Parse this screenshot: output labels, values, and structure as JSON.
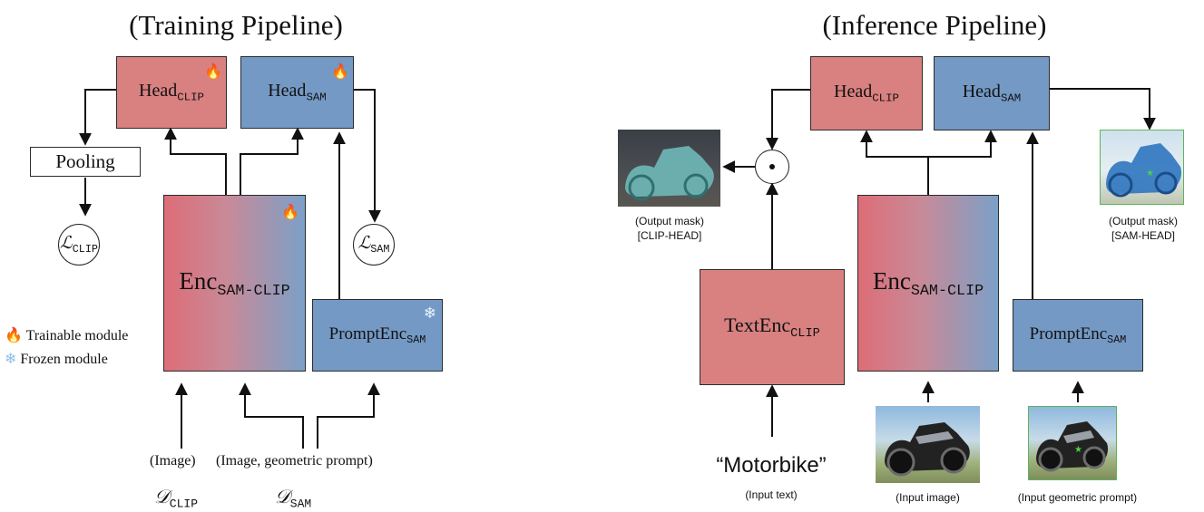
{
  "training": {
    "title": "(Training Pipeline)",
    "head_clip": {
      "base": "Head",
      "sub": "CLIP"
    },
    "head_sam": {
      "base": "Head",
      "sub": "SAM"
    },
    "pooling": "Pooling",
    "loss_clip": {
      "base": "ℒ",
      "sub": "CLIP"
    },
    "loss_sam": {
      "base": "ℒ",
      "sub": "SAM"
    },
    "enc": {
      "base": "Enc",
      "sub": "SAM-CLIP"
    },
    "prompt_enc": {
      "base": "PromptEnc",
      "sub": "SAM"
    },
    "legend": {
      "trainable": "Trainable module",
      "frozen": "Frozen module"
    },
    "input_image": "(Image)",
    "input_image_prompt": "(Image, geometric prompt)",
    "dataset_clip": {
      "base": "𝒟",
      "sub": "CLIP"
    },
    "dataset_sam": {
      "base": "𝒟",
      "sub": "SAM"
    }
  },
  "inference": {
    "title": "(Inference Pipeline)",
    "head_clip": {
      "base": "Head",
      "sub": "CLIP"
    },
    "head_sam": {
      "base": "Head",
      "sub": "SAM"
    },
    "text_enc": {
      "base": "TextEnc",
      "sub": "CLIP"
    },
    "enc": {
      "base": "Enc",
      "sub": "SAM-CLIP"
    },
    "prompt_enc": {
      "base": "PromptEnc",
      "sub": "SAM"
    },
    "dot_symbol": "⊙",
    "output_clip": {
      "line1": "(Output mask)",
      "line2": "[CLIP-HEAD]"
    },
    "output_sam": {
      "line1": "(Output mask)",
      "line2": "[SAM-HEAD]"
    },
    "input_text_value": "“Motorbike”",
    "input_text_caption": "(Input text)",
    "input_image_caption": "(Input image)",
    "input_prompt_caption": "(Input geometric prompt)"
  },
  "icons": {
    "trainable": "fire-icon",
    "frozen": "snowflake-icon"
  },
  "colors": {
    "clip": "#d98080",
    "sam": "#7499c4",
    "gradient_left": "#dd6d77",
    "gradient_right": "#7ba0c8"
  }
}
